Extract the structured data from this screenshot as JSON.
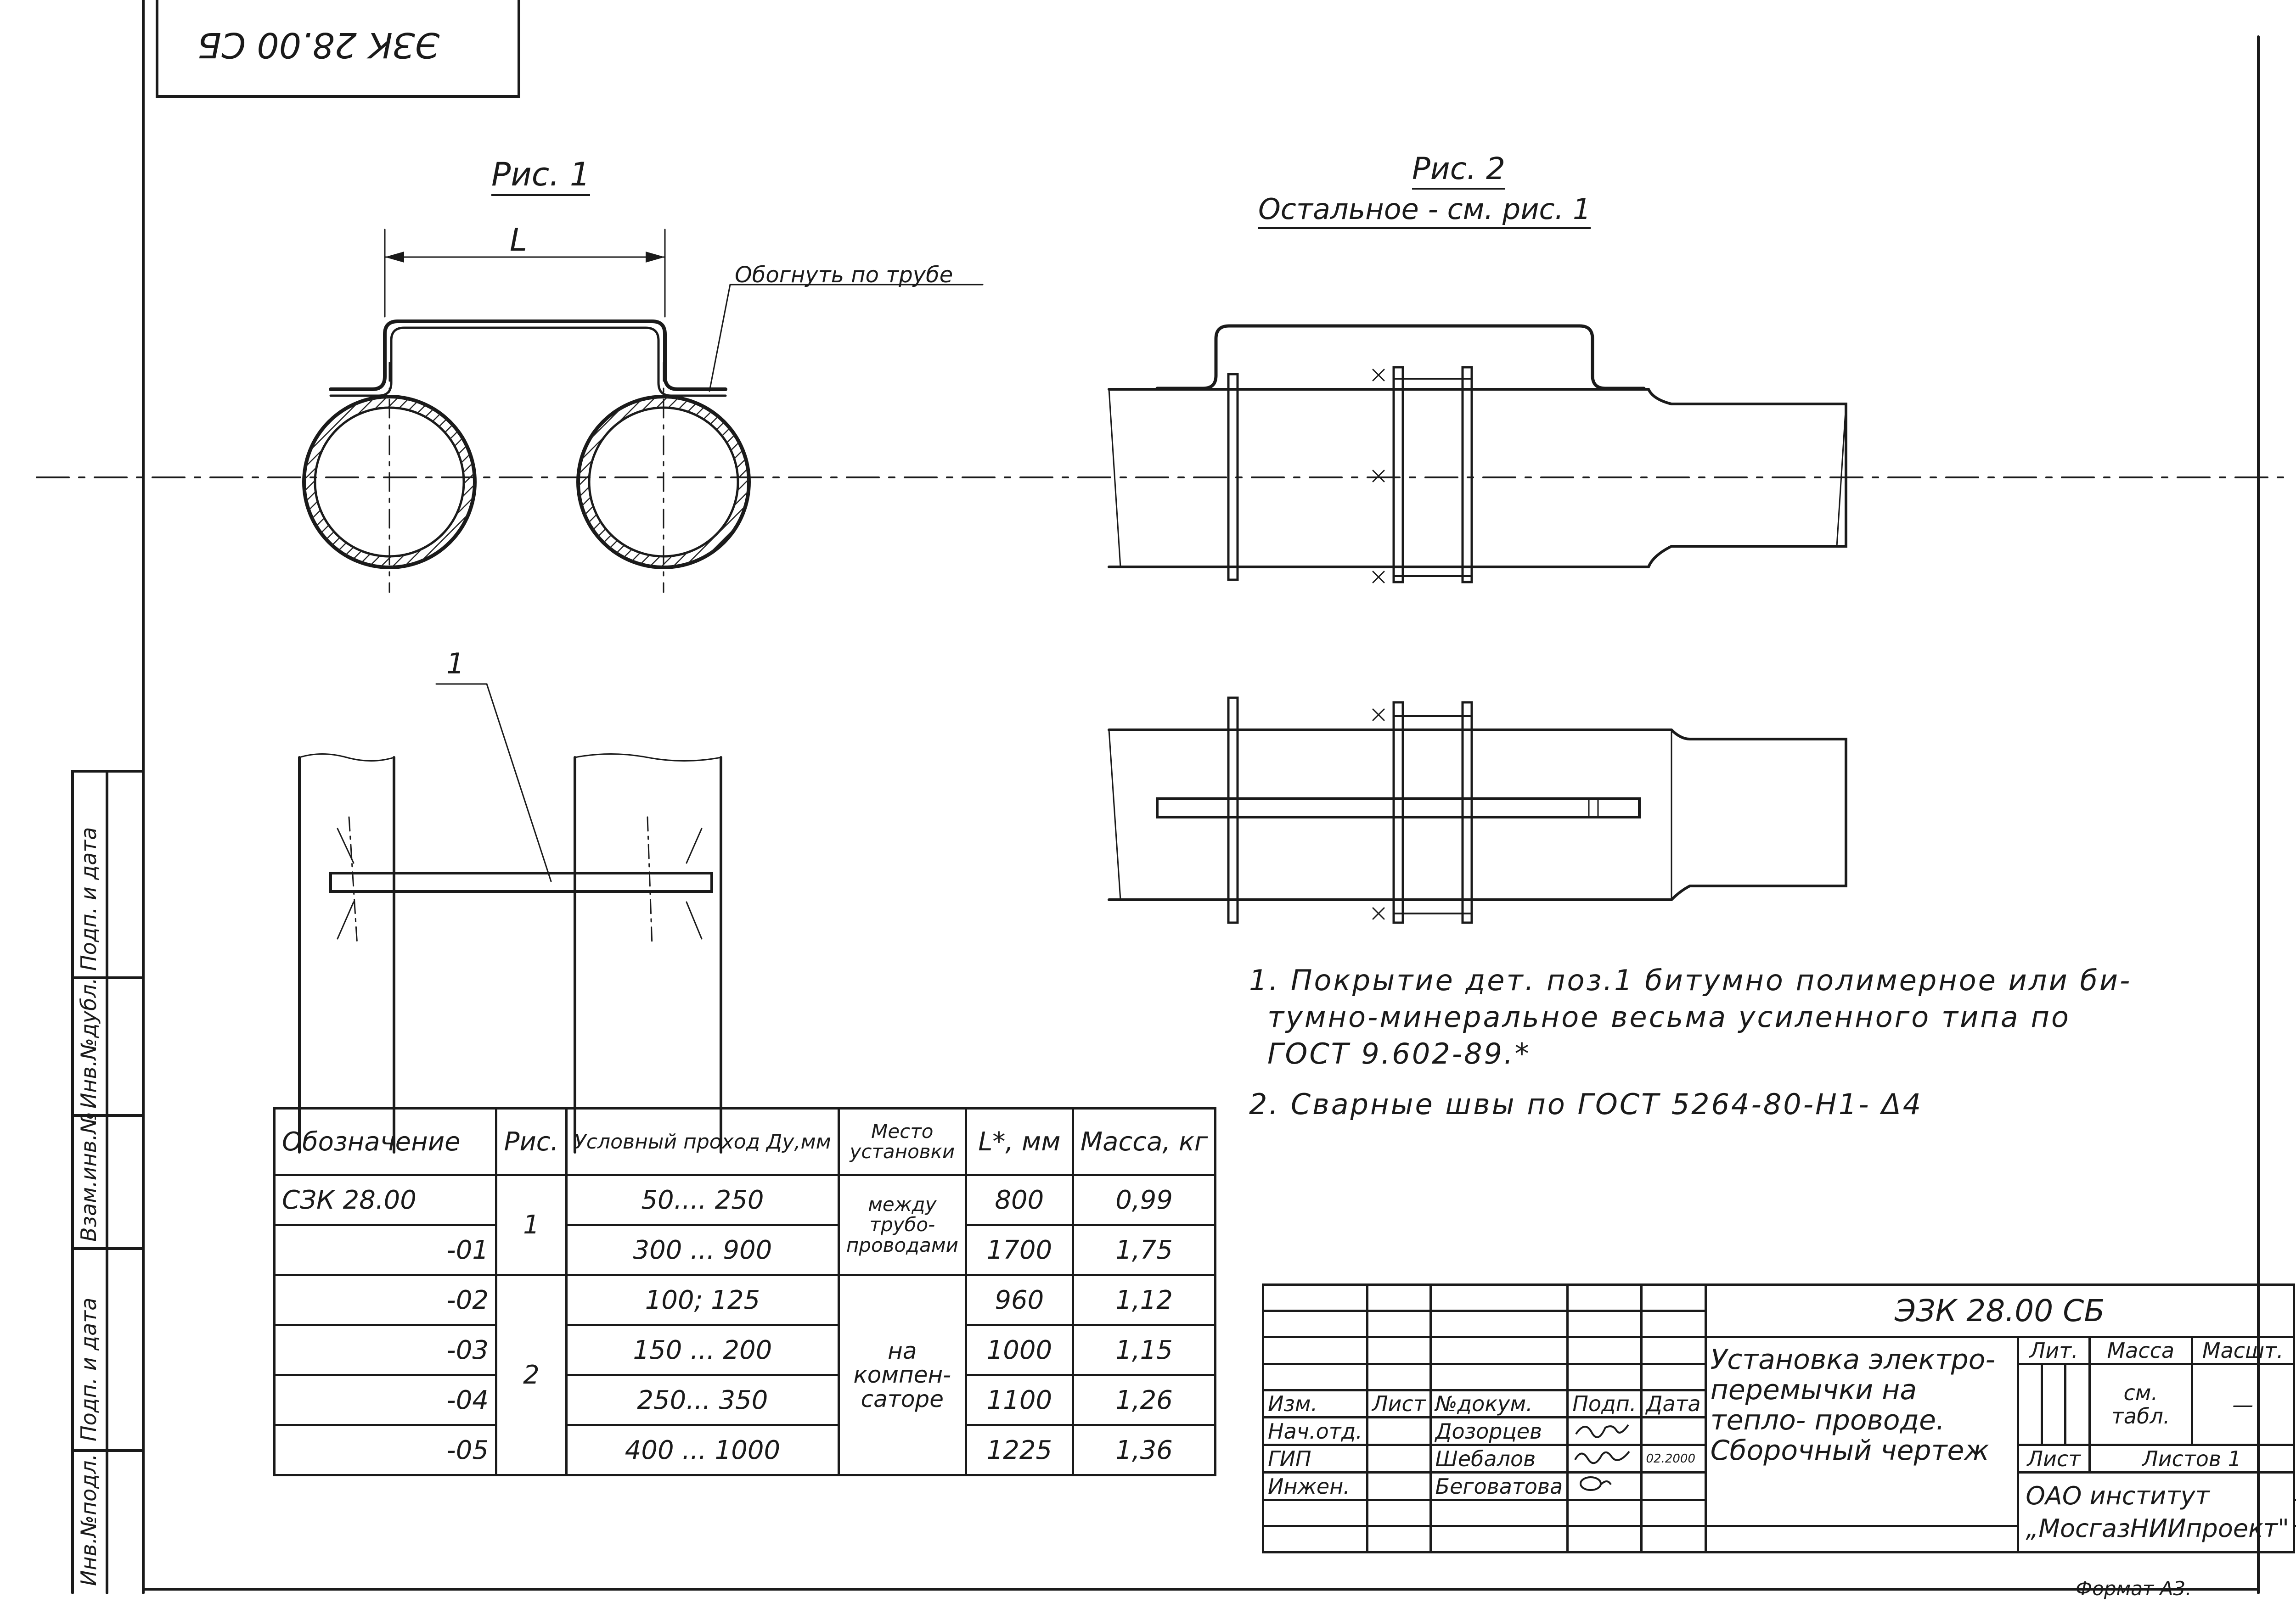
{
  "frame_code_top": "ЭЗК 28.00 СБ",
  "fig1": {
    "title": "Рис. 1",
    "dim_label": "L",
    "bend_note": "Обогнуть по трубе",
    "callout": "1"
  },
  "fig2": {
    "title": "Рис. 2",
    "subtitle": "Остальное - см. рис. 1"
  },
  "notes": [
    "1. Покрытие дет. поз.1 битумно полимерное или би-",
    "тумно-минеральное весьма усиленного типа по",
    "ГОСТ 9.602-89.*",
    "2. Сварные швы по ГОСТ 5264-80-Н1- Δ4"
  ],
  "table": {
    "headers": [
      "Обозначение",
      "Рис.",
      "Условный проход Ду,мм",
      "Место установки",
      "L*, мм",
      "Масса, кг"
    ],
    "rows": [
      {
        "designation": "СЗК 28.00",
        "passage": "50.... 250",
        "length": "800",
        "mass": "0,99"
      },
      {
        "designation": "-01",
        "passage": "300 ... 900",
        "length": "1700",
        "mass": "1,75"
      },
      {
        "designation": "-02",
        "passage": "100; 125",
        "length": "960",
        "mass": "1,12"
      },
      {
        "designation": "-03",
        "passage": "150 ... 200",
        "length": "1000",
        "mass": "1,15"
      },
      {
        "designation": "-04",
        "passage": "250... 350",
        "length": "1100",
        "mass": "1,26"
      },
      {
        "designation": "-05",
        "passage": "400 ... 1000",
        "length": "1225",
        "mass": "1,36"
      }
    ],
    "fig_group1": "1",
    "fig_group2": "2",
    "place_group1": "между трубо- проводами",
    "place_group2": "на компен- саторе"
  },
  "side_labels": [
    "Инв.№подл.",
    "Подп. и дата",
    "Взам.инв.№",
    "Инв.№дубл.",
    "Подп. и дата"
  ],
  "stamp": {
    "code": "ЭЗК 28.00 СБ",
    "col_headers": [
      "Изм.",
      "Лист",
      "№докум.",
      "Подп.",
      "Дата"
    ],
    "people": [
      {
        "role": "Нач.отд.",
        "name": "Дозорцев"
      },
      {
        "role": "ГИП",
        "name": "Шебалов"
      },
      {
        "role": "Инжен.",
        "name": "Беговатова"
      }
    ],
    "date": "02.2000",
    "title": "Установка электро- перемычки на тепло- проводе. Сборочный чертеж",
    "lit_label": "Лит.",
    "mass_label": "Масса",
    "scale_label": "Масшт.",
    "mass_value": "см. табл.",
    "scale_value": "—",
    "sheet_label": "Лист",
    "sheets_label": "Листов 1",
    "org_line1": "ОАО институт",
    "org_line2": "„МосгазНИИпроект\""
  },
  "format_label": "Формат А3."
}
